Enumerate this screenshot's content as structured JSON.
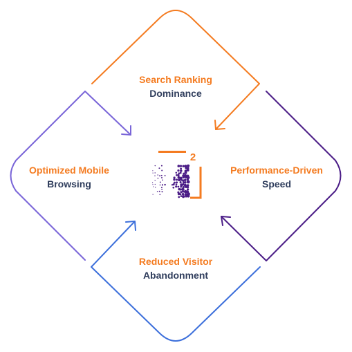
{
  "colors": {
    "accent_orange": "#F47B20",
    "text_navy": "#2F3D5C",
    "edge_top": "#F47B20",
    "edge_right": "#4B1D87",
    "edge_bottom": "#3C6FDB",
    "edge_left": "#7A66D8",
    "logo_purple": "#4B1D87",
    "logo_orange": "#F47B20"
  },
  "cycle": {
    "top": {
      "line1": "Search Ranking",
      "line2": "Dominance"
    },
    "right": {
      "line1": "Performance-Driven",
      "line2": "Speed"
    },
    "bottom": {
      "line1": "Reduced Visitor",
      "line2": "Abandonment"
    },
    "left": {
      "line1": "Optimized Mobile",
      "line2": "Browsing"
    }
  },
  "logo": {
    "name": "m2-logo-icon",
    "superscript": "2"
  }
}
